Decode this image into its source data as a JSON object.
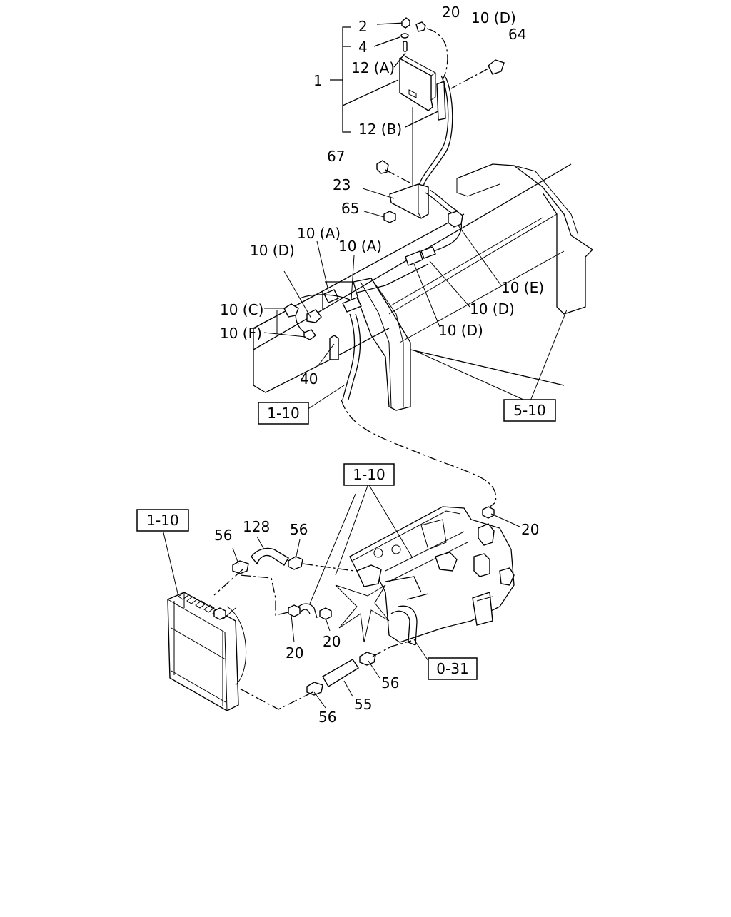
{
  "callouts": {
    "p2": "2",
    "p4": "4",
    "p1": "1",
    "p12a": "12 (A)",
    "p12b": "12 (B)",
    "p20_top": "20",
    "p10d_top": "10 (D)",
    "p64": "64",
    "p67": "67",
    "p23": "23",
    "p65": "65",
    "p10a_left": "10 (A)",
    "p10a_right": "10 (A)",
    "p10d_left": "10 (D)",
    "p10c": "10 (C)",
    "p10f": "10 (F)",
    "p40": "40",
    "p10e": "10 (E)",
    "p10d_mid1": "10 (D)",
    "p10d_mid2": "10 (D)",
    "p20_right": "20",
    "p56_a": "56",
    "p128": "128",
    "p56_b": "56",
    "p20_c": "20",
    "p20_d": "20",
    "p56_c": "56",
    "p55": "55",
    "p56_d": "56"
  },
  "references": {
    "ref_1_10_upper": "1-10",
    "ref_5_10": "5-10",
    "ref_1_10_middle": "1-10",
    "ref_1_10_left": "1-10",
    "ref_0_31": "0-31"
  }
}
